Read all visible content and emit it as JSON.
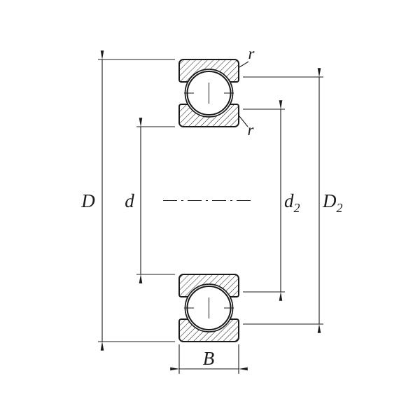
{
  "drawing": {
    "colors": {
      "ink": "#1b1b1b",
      "background": "#ffffff"
    },
    "dimension_labels": {
      "outer_diameter": "D",
      "bore_diameter": "d",
      "inner_recess_base": "d",
      "inner_recess_sub": "2",
      "outer_recess_base": "D",
      "outer_recess_sub": "2",
      "width": "B",
      "chamfer_radius_top": "r",
      "chamfer_radius_inner": "r"
    }
  }
}
